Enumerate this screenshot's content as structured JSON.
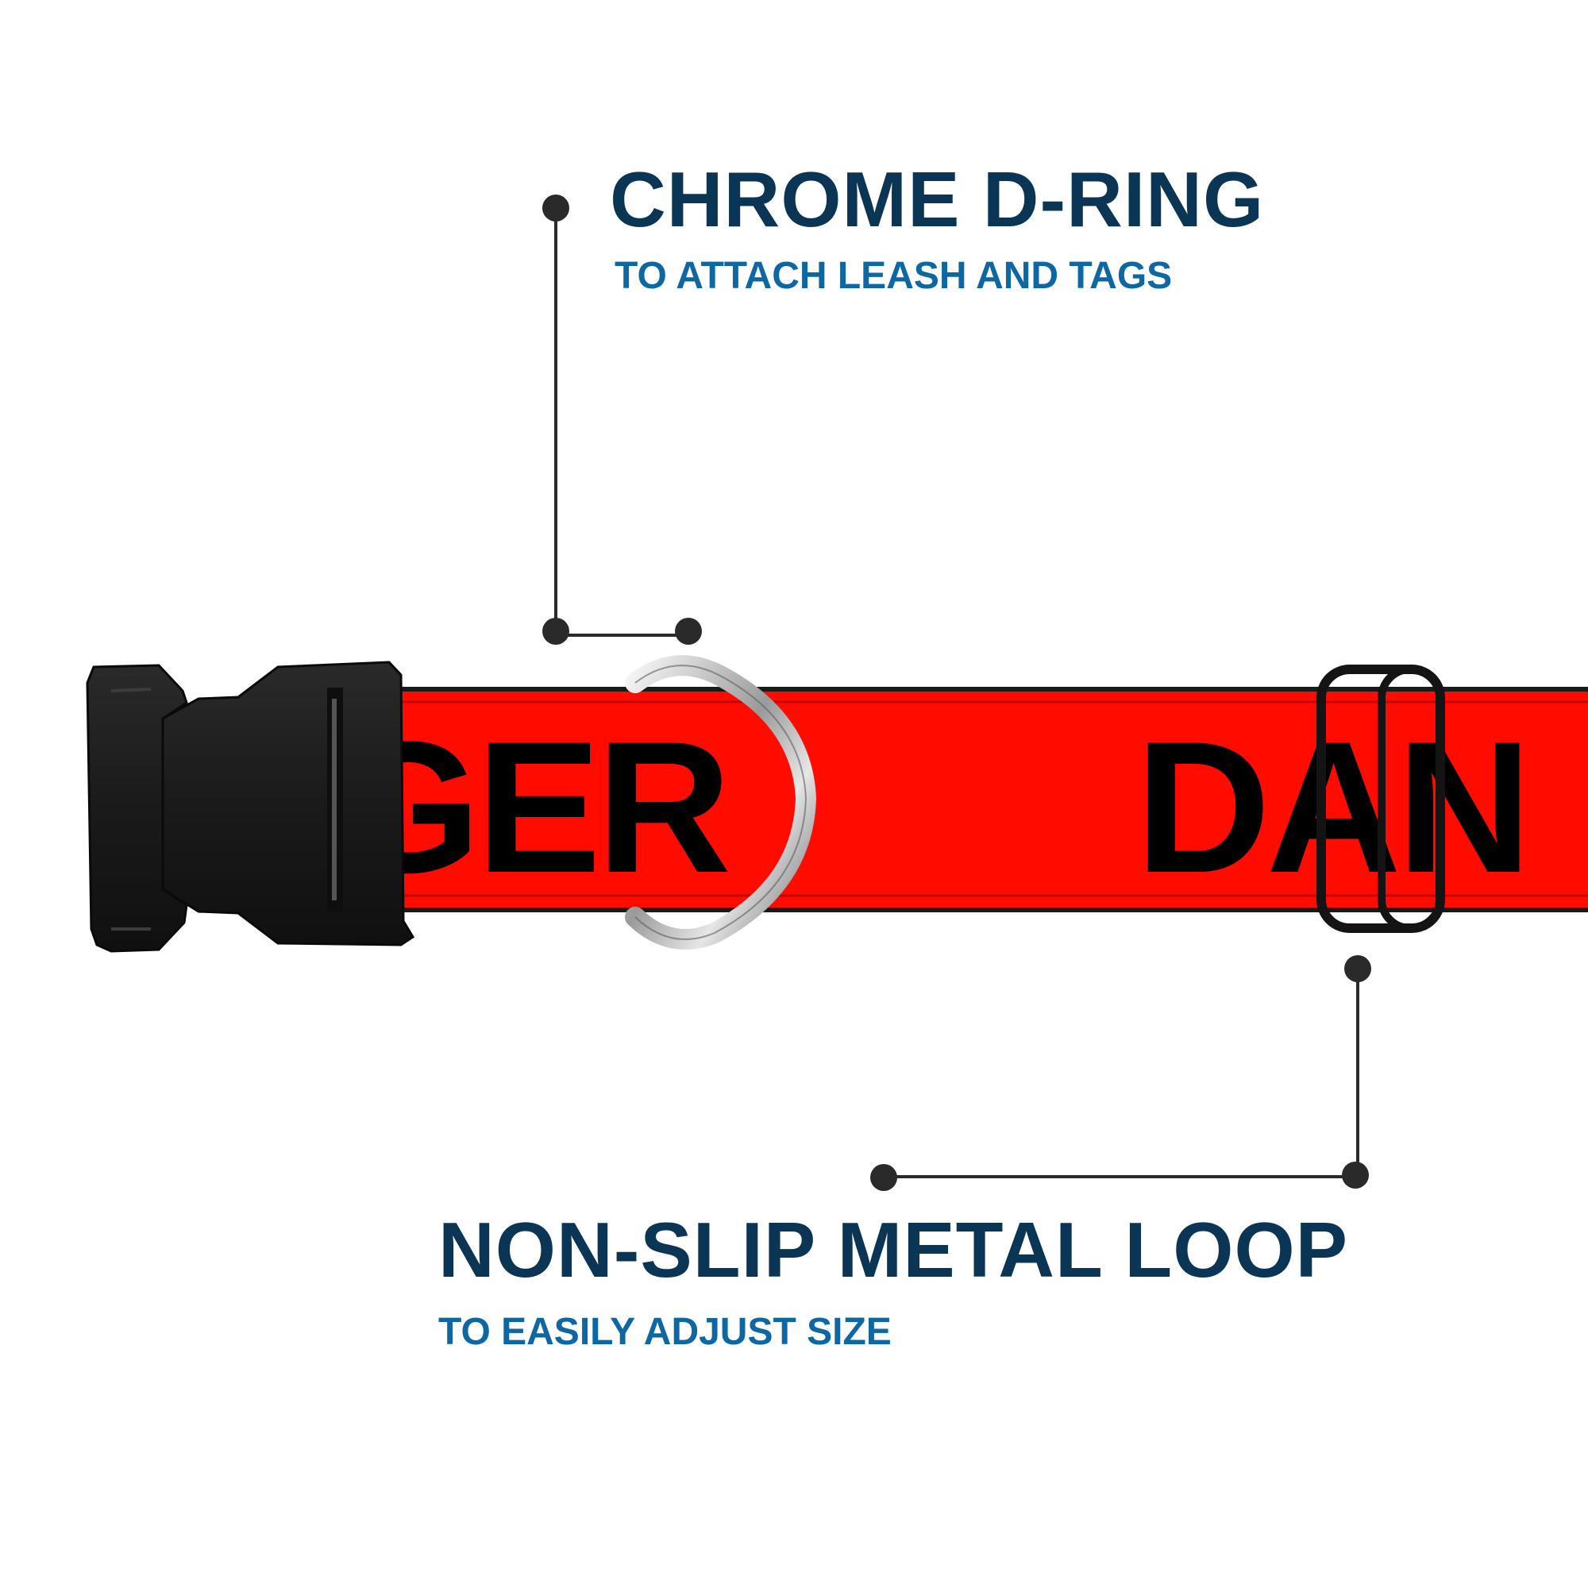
{
  "colors": {
    "title": "#0b3554",
    "subtitle": "#0d67a3",
    "leader_line": "#2a2a2a",
    "strap_red": "#ff0b00",
    "strap_text": "#000000",
    "buckle": "#1b1b1b",
    "background": "#ffffff"
  },
  "callouts": {
    "d_ring": {
      "title": "CHROME D-RING",
      "subtitle": "TO ATTACH LEASH AND TAGS"
    },
    "metal_loop": {
      "title": "NON-SLIP METAL LOOP",
      "subtitle": "TO EASILY ADJUST SIZE"
    }
  },
  "strap": {
    "text_left": "GER",
    "text_right": "DAN"
  },
  "icons": {
    "buckle": "plastic-side-release-buckle",
    "d_ring": "chrome-d-ring",
    "loop": "black-slide-loop"
  }
}
